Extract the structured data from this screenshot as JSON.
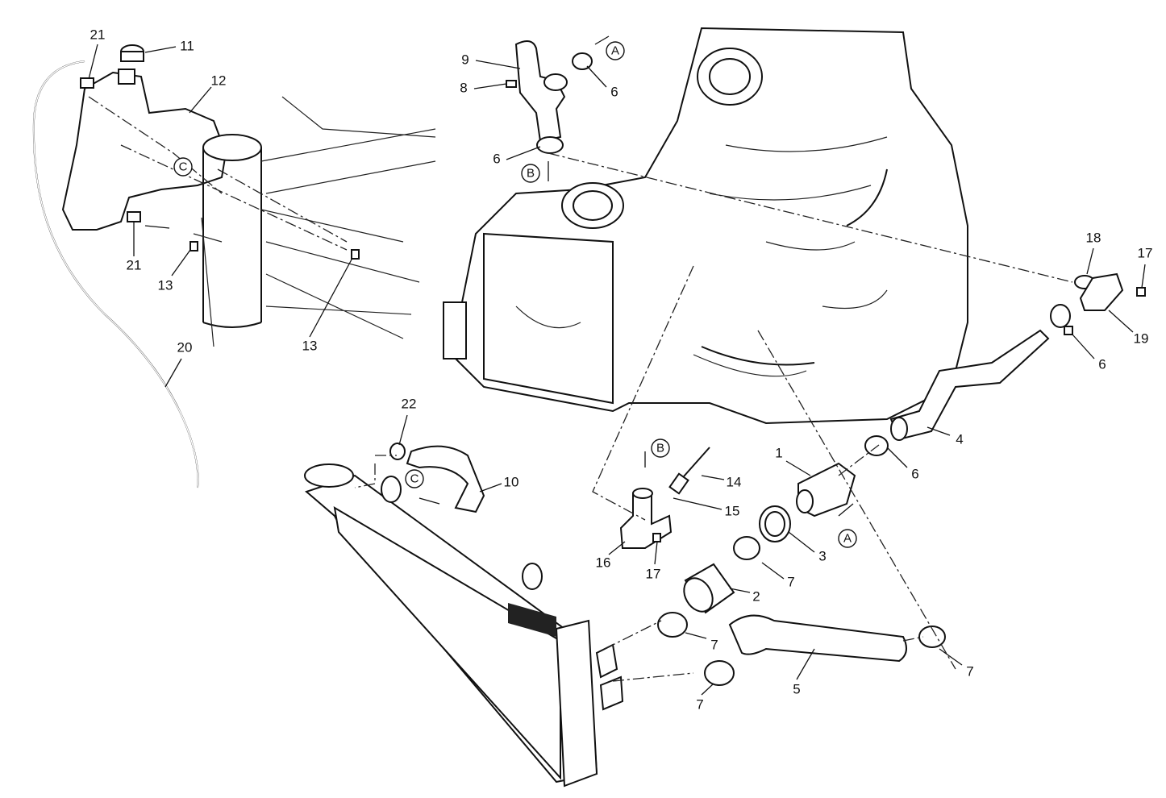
{
  "diagram": {
    "callouts": [
      "21",
      "11",
      "12",
      "9",
      "8",
      "6",
      "6",
      "21",
      "13",
      "13",
      "20",
      "18",
      "17",
      "19",
      "6",
      "4",
      "22",
      "1",
      "6",
      "14",
      "10",
      "15",
      "3",
      "16",
      "17",
      "7",
      "2",
      "7",
      "5",
      "7",
      "7"
    ],
    "references": [
      "A",
      "B",
      "C",
      "B",
      "C",
      "A"
    ]
  }
}
